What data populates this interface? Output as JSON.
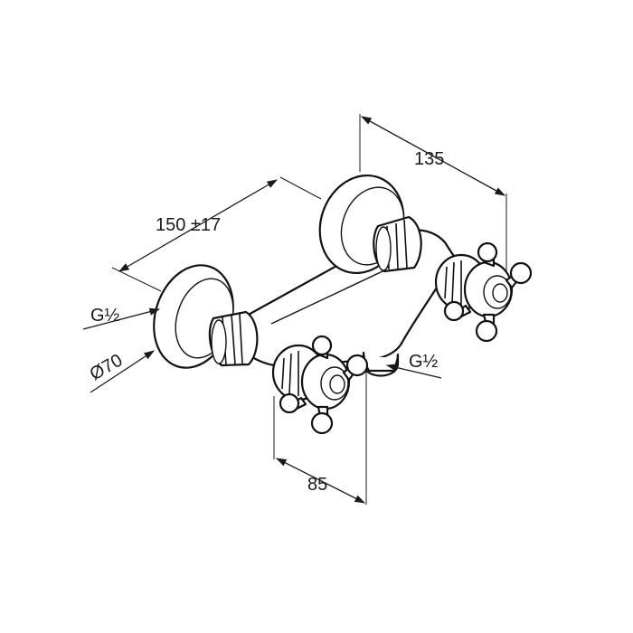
{
  "dimensions": {
    "overall_width": "150 ±17",
    "depth": "135",
    "handle_offset": "85",
    "rosette_diameter": "Ø70",
    "inlet_thread": "G½",
    "outlet_thread": "G½"
  },
  "colors": {
    "line": "#1a1a1a",
    "background": "#ffffff"
  }
}
